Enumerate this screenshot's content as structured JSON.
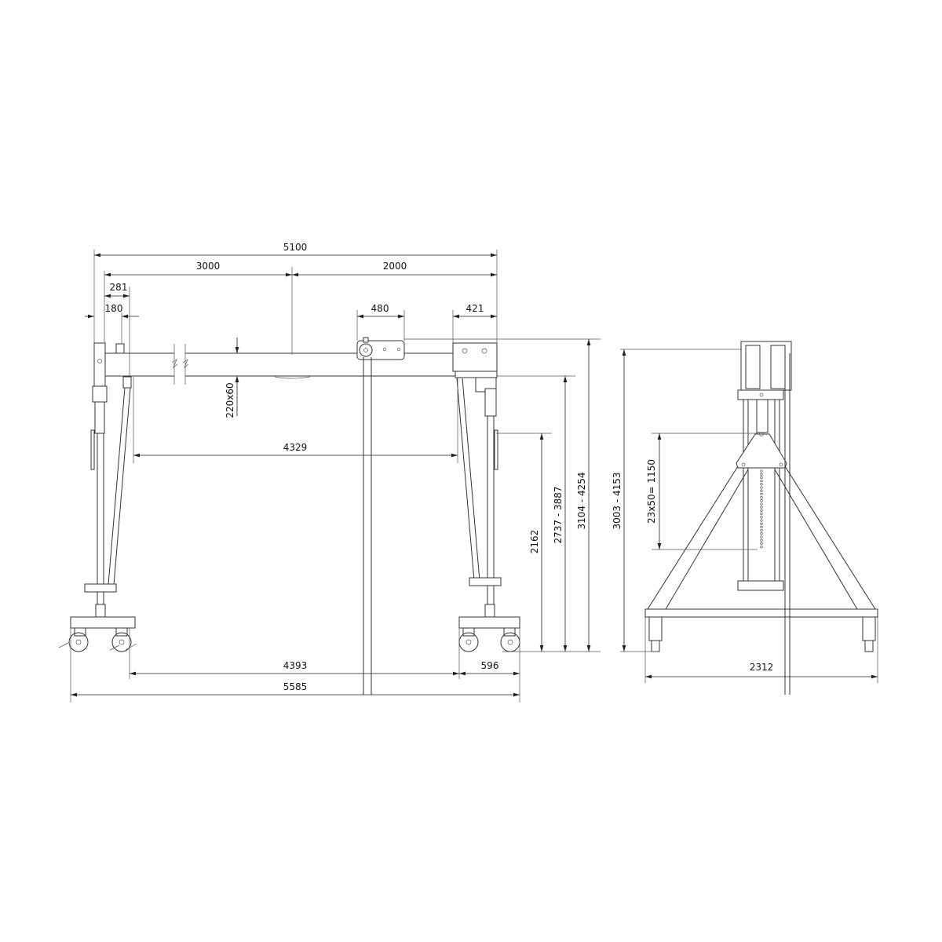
{
  "drawing": {
    "front_view": {
      "dimensions": {
        "overall_beam_length": "5100",
        "trolley_travel_left": "3000",
        "trolley_travel_right": "2000",
        "left_offset_281": "281",
        "left_offset_180": "180",
        "trolley_width": "480",
        "right_end_width": "421",
        "beam_section": "220x60",
        "clear_span": "4329",
        "wheel_span_inner": "4393",
        "wheel_base_right": "596",
        "overall_base_length": "5585",
        "clear_height": "2162",
        "beam_underside_height_range": "2737 - 3887",
        "overall_height_range": "3104 - 4254"
      }
    },
    "side_view": {
      "dimensions": {
        "overall_height_range": "3003 - 4153",
        "adjustment_holes": "23x50= 1150",
        "base_width": "2312"
      }
    },
    "line_color": "#333333"
  }
}
